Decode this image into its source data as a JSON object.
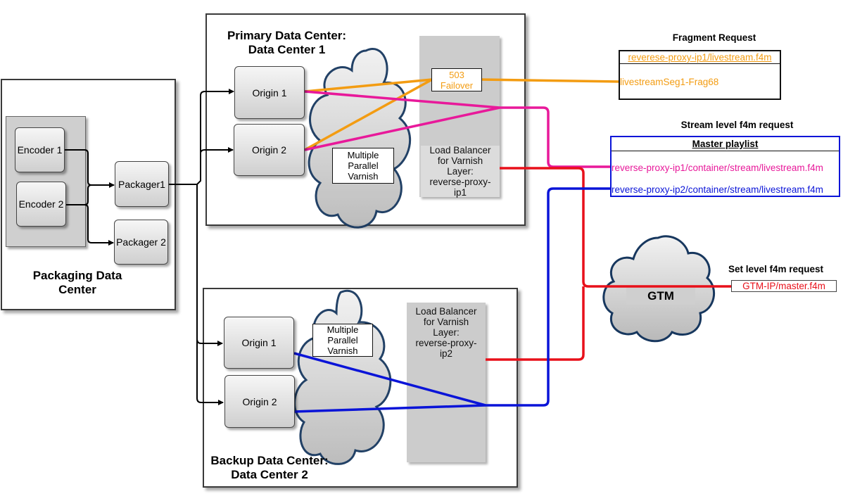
{
  "packaging_dc": {
    "title": "Packaging Data\nCenter",
    "encoders": [
      "Encoder 1",
      "Encoder 2"
    ],
    "packagers": [
      "Packager1",
      "Packager 2"
    ]
  },
  "primary_dc": {
    "title": "Primary Data Center:\nData Center 1",
    "origins": [
      "Origin 1",
      "Origin 2"
    ],
    "varnish_label": "Multiple\nParallel\nVarnish",
    "load_balancer": "Load Balancer\nfor Varnish\nLayer:\nreverse-proxy-\nip1",
    "failover_label": "503\nFailover"
  },
  "backup_dc": {
    "title": "Backup Data Center:\nData Center 2",
    "origins": [
      "Origin 1",
      "Origin 2"
    ],
    "varnish_label": "Multiple\nParallel\nVarnish",
    "load_balancer": "Load Balancer\nfor Varnish\nLayer:\nreverse-proxy-\nip2"
  },
  "fragment_request": {
    "heading": "Fragment Request",
    "url": "reverese-proxy-ip1/livestream.f4m",
    "segment": "livestreamSeg1-Frag68"
  },
  "stream_request": {
    "heading": "Stream level f4m request",
    "playlist_title": "Master playlist",
    "entries": [
      "reverse-proxy-ip1/container/stream/livestream.f4m",
      "reverse-proxy-ip2/container/stream/livestream.f4m"
    ]
  },
  "set_request": {
    "heading": "Set level f4m request",
    "url": "GTM-IP/master.f4m"
  },
  "gtm": {
    "label": "GTM"
  },
  "colors": {
    "orange": "#f39c12",
    "magenta": "#e8199a",
    "red": "#e8101a",
    "blue": "#0a14d8",
    "cloud_outline": "#17375e"
  }
}
